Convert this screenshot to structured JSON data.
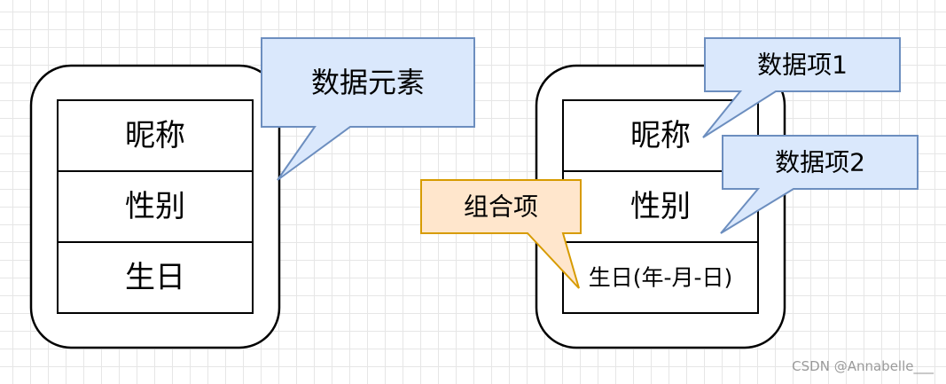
{
  "left_entity": {
    "rows": [
      "昵称",
      "性别",
      "生日"
    ]
  },
  "right_entity": {
    "rows": [
      "昵称",
      "性别",
      "生日(年-月-日)"
    ]
  },
  "callouts": {
    "data_element": "数据元素",
    "data_item_1": "数据项1",
    "data_item_2": "数据项2",
    "composite_item": "组合项"
  },
  "colors": {
    "blue_fill": "#dae8fc",
    "blue_stroke": "#6c8ebf",
    "orange_fill": "#ffe6cc",
    "orange_stroke": "#d79b00"
  },
  "watermark": "CSDN @Annabelle___"
}
